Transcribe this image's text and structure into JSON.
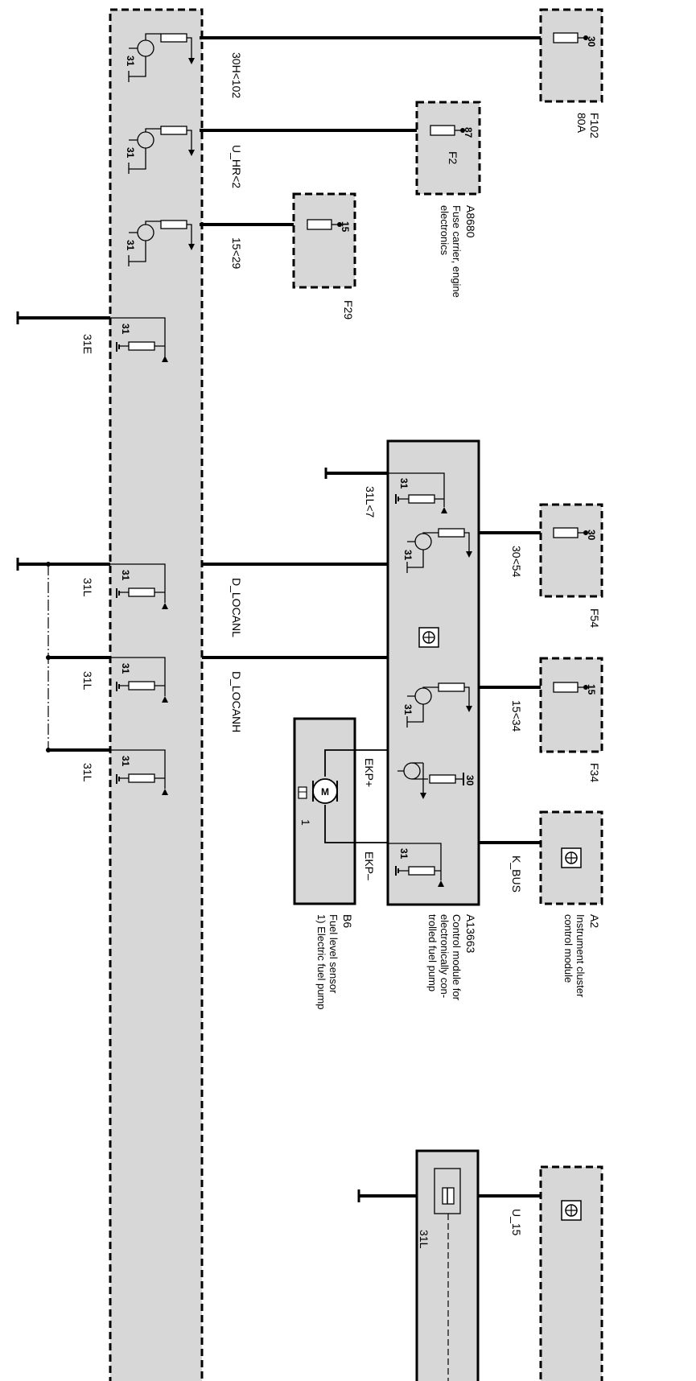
{
  "wires": {
    "w30H": "30H<102",
    "wUHR": "U_HR<2",
    "w15_29": "15<29",
    "w31E": "31E",
    "w31L7": "31L<7",
    "w31L_a": "31L",
    "w31L_b": "31L",
    "w31L_c": "31L",
    "wDLOCANL": "D_LOCANL",
    "wDLOCANH": "D_LOCANH",
    "w30_54": "30<54",
    "w15_34": "15<34",
    "wEKPp": "EKP+",
    "wEKPm": "EKP–",
    "wKBUS": "K_BUS",
    "wU15": "U_15",
    "w31L_bottom": "31L"
  },
  "pins": {
    "p31": "31",
    "p30": "30",
    "p87": "87",
    "p15": "15",
    "p1": "1"
  },
  "components": {
    "F102": {
      "id": "F102",
      "rating": "80A",
      "pin": "30"
    },
    "A8680": {
      "id": "A8680",
      "desc1": "Fuse carrier, engine",
      "desc2": "electronics",
      "fuse": "F2",
      "pin": "87"
    },
    "F29": {
      "id": "F29",
      "pin": "15"
    },
    "F54": {
      "id": "F54",
      "pin": "30"
    },
    "F34": {
      "id": "F34",
      "pin": "15"
    },
    "A2": {
      "id": "A2",
      "desc1": "Instrument cluster",
      "desc2": "control module"
    },
    "A13663": {
      "id": "A13663",
      "desc1": "Control module for",
      "desc2": "electronically con-",
      "desc3": "trolled fuel pump"
    },
    "B6": {
      "id": "B6",
      "desc1": "Fuel level sensor",
      "desc2": "1) Electric fuel pump"
    }
  },
  "colors": {
    "module_fill": "#d7d7d7",
    "line": "#000000"
  }
}
